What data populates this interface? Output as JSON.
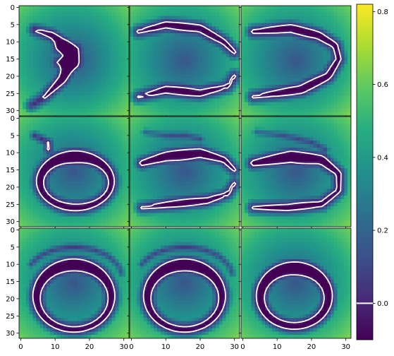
{
  "chart_data": {
    "type": "heatmap",
    "layout": "3x3 grid with shared colorbar on the right",
    "colormap": "viridis",
    "image_size": [
      32,
      32
    ],
    "grid": false,
    "panel_axes": {
      "x_ticks": [
        0,
        10,
        20,
        30
      ],
      "y_ticks": [
        0,
        5,
        10,
        15,
        20,
        25,
        30
      ],
      "xlim": [
        -0.5,
        31.5
      ],
      "ylim": [
        31.5,
        -0.5
      ]
    },
    "colorbar": {
      "vmin": -0.1,
      "vmax": 0.82,
      "ticks": [
        0.0,
        0.2,
        0.4,
        0.6,
        0.8
      ],
      "tick_labels": [
        "0.0",
        "0.2",
        "0.4",
        "0.6",
        "0.8"
      ],
      "contour_level": 0.0,
      "contour_color": "#ffffff"
    },
    "panels": [
      {
        "row": 0,
        "col": 0,
        "shape": "bracket-left"
      },
      {
        "row": 0,
        "col": 1,
        "shape": "two-bars"
      },
      {
        "row": 0,
        "col": 2,
        "shape": "c-open-left"
      },
      {
        "row": 1,
        "col": 0,
        "shape": "ring-filled-left"
      },
      {
        "row": 1,
        "col": 1,
        "shape": "two-bars-dotted"
      },
      {
        "row": 1,
        "col": 2,
        "shape": "c-open-left-dotted"
      },
      {
        "row": 2,
        "col": 0,
        "shape": "ring-with-arc"
      },
      {
        "row": 2,
        "col": 1,
        "shape": "ring-with-arc"
      },
      {
        "row": 2,
        "col": 2,
        "shape": "ring"
      }
    ]
  }
}
